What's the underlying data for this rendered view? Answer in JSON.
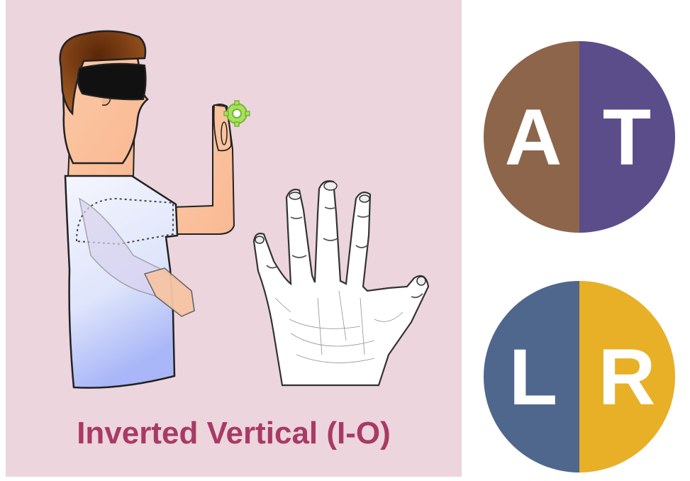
{
  "caption": "Inverted Vertical (I-O)",
  "colors": {
    "panel_bg": "#ecd5dd",
    "caption": "#a83a64",
    "skin": "#fcc49c",
    "hair": "#8b4a1c",
    "blindfold": "#111111",
    "shirt": "#e8ecfb",
    "shirt_shade": "#a8b4f6",
    "sensor": "#a6e25a"
  },
  "badges": [
    {
      "left_letter": "A",
      "right_letter": "T",
      "left_color": "#8c654b",
      "right_color": "#5b4d89"
    },
    {
      "left_letter": "L",
      "right_letter": "R",
      "left_color": "#4f678c",
      "right_color": "#e8b027"
    }
  ]
}
